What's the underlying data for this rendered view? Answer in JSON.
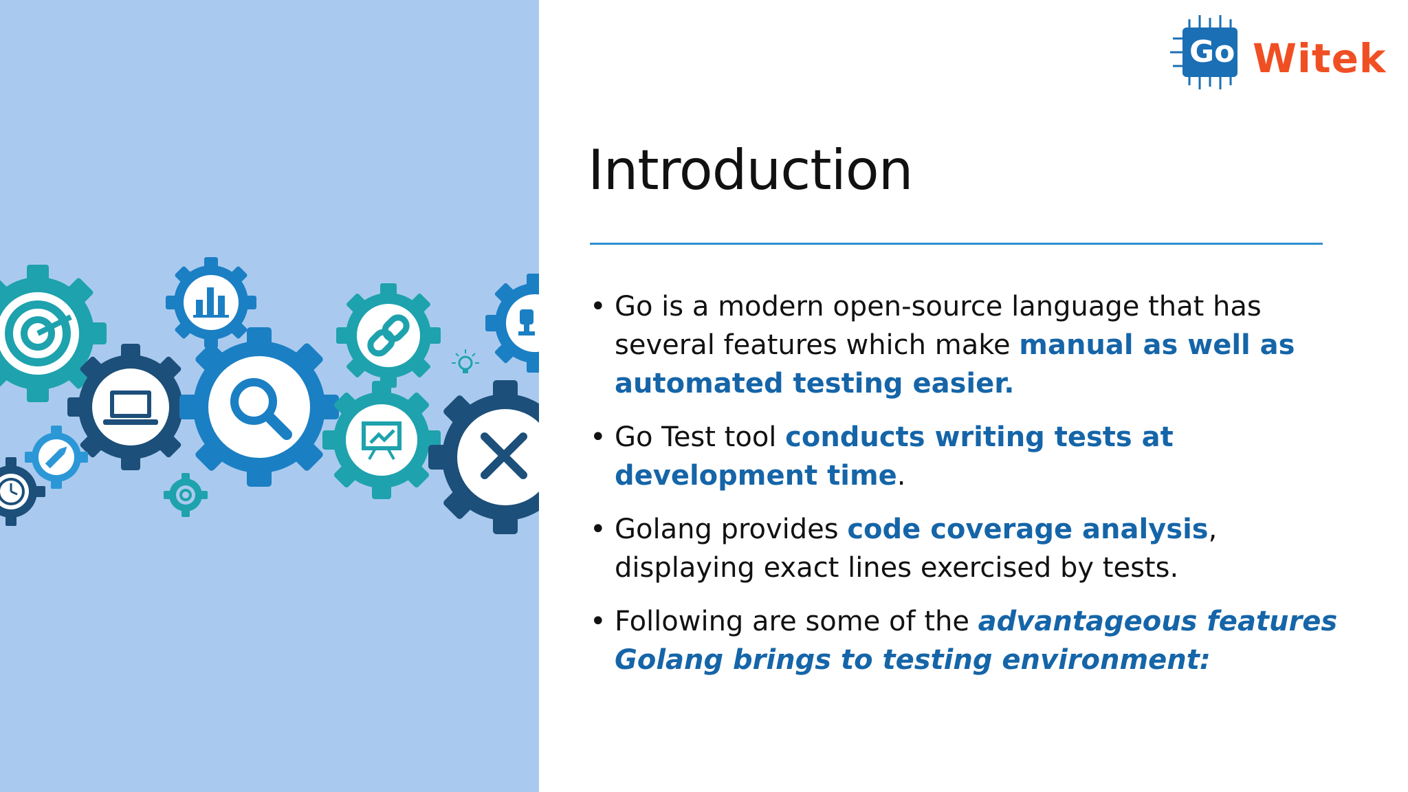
{
  "slide": {
    "title": "Introduction",
    "logo": {
      "mark_text": "Go",
      "wordmark": "Witek"
    },
    "bullets": [
      {
        "segments": [
          {
            "text": "Go is a modern open-source language that has several features which make ",
            "style": "normal"
          },
          {
            "text": "manual as well as automated testing easier.",
            "style": "highlight"
          }
        ]
      },
      {
        "segments": [
          {
            "text": "Go Test tool ",
            "style": "normal"
          },
          {
            "text": "conducts writing tests at development time",
            "style": "highlight"
          },
          {
            "text": ".",
            "style": "normal"
          }
        ]
      },
      {
        "segments": [
          {
            "text": "Golang provides ",
            "style": "normal"
          },
          {
            "text": "code coverage analysis",
            "style": "highlight"
          },
          {
            "text": ", displaying exact lines exercised by tests.",
            "style": "normal"
          }
        ]
      },
      {
        "segments": [
          {
            "text": "Following are some of the ",
            "style": "normal"
          },
          {
            "text": "advantageous features Golang brings to testing environment:",
            "style": "highlight-italic"
          }
        ]
      }
    ],
    "bullet_char": "•",
    "illustration_icons": [
      "target-icon",
      "bar-chart-icon",
      "laptop-icon",
      "magnifier-icon",
      "link-icon",
      "lightbulb-icon",
      "trophy-icon",
      "pencil-icon",
      "presentation-chart-icon",
      "tools-icon",
      "clock-icon",
      "small-gear-icon"
    ]
  },
  "colors": {
    "left_panel": "#a9caee",
    "accent_blue": "#1565a8",
    "rule_blue": "#2d8fd0",
    "logo_orange": "#f04f23",
    "logo_blue": "#1a6fb5",
    "gear_teal": "#1ea2ad",
    "gear_navy": "#1c4f79",
    "gear_blue": "#1b7fc4",
    "gear_light": "#2c97d6"
  }
}
